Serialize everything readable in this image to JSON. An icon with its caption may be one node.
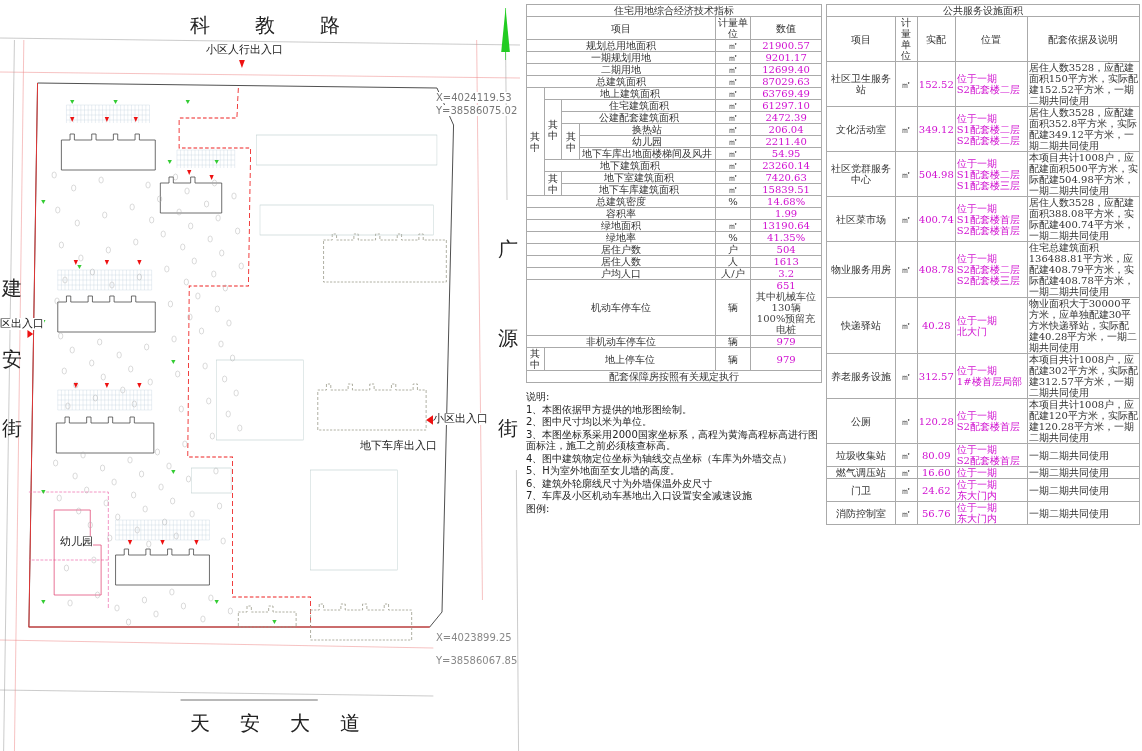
{
  "diagram": {
    "labels": [
      "科教路",
      "小区人行出入口",
      "X=4024119.53",
      "Y=38586075.02",
      "建安街",
      "区出入口",
      "小区出入口",
      "地下车库出入口",
      "幼儿园",
      "广源街",
      "X=4023899.25",
      "Y=38586067.85",
      "天安大道",
      "住宅用地综合经济技术指标",
      "项目",
      "计量单位",
      "数值",
      "规划总用地面积",
      "㎡",
      "21900.57",
      "一期规划用地",
      "㎡",
      "9201.17",
      "二期用地",
      "㎡",
      "12699.40",
      "总建筑面积",
      "㎡",
      "87029.63",
      "其中",
      "地上建筑面积",
      "㎡",
      "63769.49",
      "其中",
      "住宅建筑面积",
      "㎡",
      "61297.10",
      "公建配套建筑面积",
      "㎡",
      "2472.39",
      "其中",
      "换热站",
      "㎡",
      "206.04",
      "幼儿园",
      "㎡",
      "2211.40",
      "地下车库出地面楼梯间及风井",
      "㎡",
      "54.95",
      "地下建筑面积",
      "㎡",
      "23260.14",
      "其中",
      "地下室建筑面积",
      "㎡",
      "7420.63",
      "地下车库建筑面积",
      "㎡",
      "15839.51",
      "总建筑密度",
      "%",
      "14.68%",
      "容积率",
      "1.99",
      "绿地面积",
      "㎡",
      "13190.64",
      "绿地率",
      "%",
      "41.35%",
      "居住户数",
      "户",
      "504",
      "居住人数",
      "人",
      "1613",
      "户均人口",
      "人/户",
      "3.2",
      "机动车停车位",
      "辆",
      "651",
      "其中机械车位130辆",
      "100%预留充电桩",
      "非机动车停车位",
      "辆",
      "979",
      "其中",
      "地上停车位",
      "辆",
      "979",
      "配套保障房按照有关规定执行",
      "公共服务设施面积",
      "项目",
      "计量单位",
      "实配",
      "位置",
      "配套依据及说明",
      "社区卫生服务站",
      "㎡",
      "152.52",
      "位于一期",
      "S2配套楼二层",
      "居住人数3528，应配建面积150平方米，实际配建152.52平方米，一期二期共同使用",
      "文化活动室",
      "㎡",
      "349.12",
      "位于一期",
      "S1配套楼二层",
      "S2配套楼二层",
      "居住人数3528，应配建面积352.8平方米，实际配建349.12平方米，一期二期共同使用",
      "社区党群服务中心",
      "㎡",
      "504.98",
      "位于一期",
      "S1配套楼二层",
      "S1配套楼三层",
      "本项目共计1008户，应配建面积500平方米，实际配建504.98平方米，一期二期共同使用",
      "社区菜市场",
      "㎡",
      "400.74",
      "位于一期",
      "S1配套楼首层",
      "S2配套楼首层",
      "居住人数3528，应配建面积388.08平方米，实际配建400.74平方米，一期二期共同使用",
      "物业服务用房",
      "㎡",
      "408.78",
      "位于一期",
      "S2配套楼二层",
      "S2配套楼三层",
      "住宅总建筑面积136488.81平方米，应配建408.79平方米，实际配建408.78平方米，一期二期共同使用",
      "快递驿站",
      "㎡",
      "40.28",
      "位于一期",
      "北大门",
      "物业面积大于30000平方米，应单独配建30平方米快递驿站，实际配建40.28平方米，一期二期共同使用",
      "养老服务设施",
      "㎡",
      "312.57",
      "位于一期",
      "1#楼首层局部",
      "本项目共计1008户，应配建302平方米，实际配建312.57平方米，一期二期共同使用",
      "公厕",
      "㎡",
      "120.28",
      "位于一期",
      "S2配套楼首层",
      "本项目共计1008户，应配建120平方米，实际配建120.28平方米，一期二期共同使用",
      "垃圾收集站",
      "㎡",
      "80.09",
      "位于一期",
      "S2配套楼首层",
      "一期二期共同使用",
      "燃气调压站",
      "㎡",
      "16.60",
      "位于一期",
      "一期二期共同使用",
      "门卫",
      "㎡",
      "24.62",
      "位于一期",
      "东大门内",
      "一期二期共同使用",
      "消防控制室",
      "㎡",
      "56.76",
      "位于一期",
      "东大门内",
      "一期二期共同使用",
      "说明:",
      "1、本图依据甲方提供的地形图绘制。",
      "2、图中尺寸均以米为单位。",
      "3、本图坐标系采用2000国家坐标系，高程为黄海高程标高进行图面标注，施工之前必须核查标高。",
      "4、图中建筑物定位坐标为轴线交点坐标（车库为外墙交点）",
      "5、H为室外地面至女儿墙的高度。",
      "6、建筑外轮廓线尺寸为外墙保温外皮尺寸",
      "7、车库及小区机动车基地出入口设置安全减速设施",
      "图例:"
    ]
  }
}
